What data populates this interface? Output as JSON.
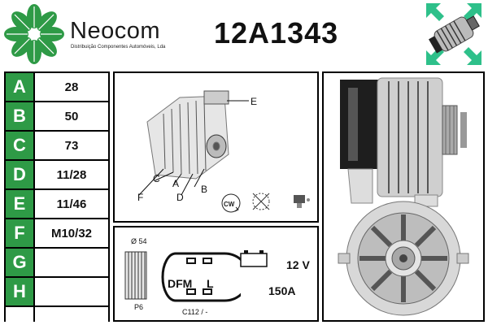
{
  "header": {
    "brand_name": "Neocom",
    "brand_tagline": "Distribuição Componentes Automóveis, Lda",
    "part_number": "12A1343"
  },
  "colors": {
    "brand_green": "#2e9a46",
    "accent_teal": "#2ec08a"
  },
  "spec_table": {
    "rows": [
      {
        "label": "A",
        "value": "28"
      },
      {
        "label": "B",
        "value": "50"
      },
      {
        "label": "C",
        "value": "73"
      },
      {
        "label": "D",
        "value": "11/28"
      },
      {
        "label": "E",
        "value": "11/46"
      },
      {
        "label": "F",
        "value": "M10/32"
      },
      {
        "label": "G",
        "value": ""
      },
      {
        "label": "H",
        "value": ""
      }
    ]
  },
  "diagram": {
    "dim_labels": {
      "a": "A",
      "b": "B",
      "c": "C",
      "d": "D",
      "e": "E",
      "f": "F"
    },
    "rotation_label": "CW"
  },
  "electrical": {
    "pulley_diameter": "Ø 54",
    "pulley_type": "P6",
    "connector_label_dfm": "DFM",
    "connector_label_l": "L",
    "voltage": "12 V",
    "amperage": "150A",
    "reference": "C112 / -"
  }
}
